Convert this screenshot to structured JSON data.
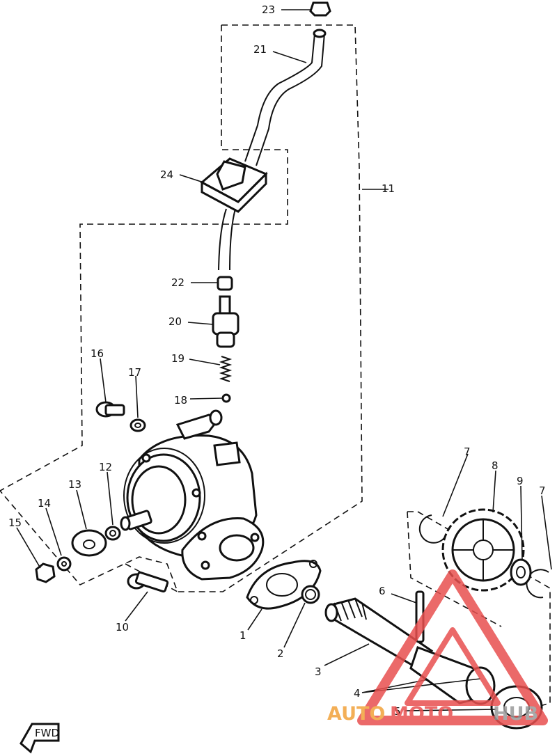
{
  "callouts": {
    "p1": "1",
    "p2": "2",
    "p3": "3",
    "p4": "4",
    "p5": "5",
    "p6": "6",
    "p7a": "7",
    "p7b": "7",
    "p8": "8",
    "p9": "9",
    "p10": "10",
    "p11": "11",
    "p12": "12",
    "p13": "13",
    "p14": "14",
    "p15": "15",
    "p16": "16",
    "p17": "17",
    "p18": "18",
    "p19": "19",
    "p20": "20",
    "p21": "21",
    "p22": "22",
    "p23": "23",
    "p24": "24"
  },
  "direction_marker": "FWD",
  "watermark": {
    "part1": "AUTO",
    "part2": "MOTO",
    "part3": "HUB"
  },
  "colors": {
    "line": "#111111",
    "watermark_red": "#e8504f",
    "watermark_orange": "#f2a23a",
    "watermark_grey": "#9a9a9a"
  }
}
